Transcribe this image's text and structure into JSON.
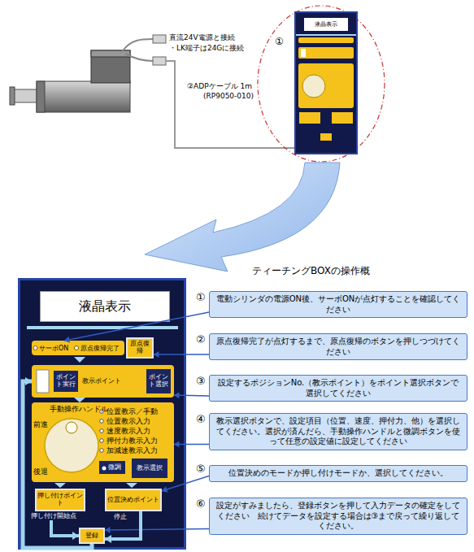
{
  "diagram": {
    "title": "ティーチングBOXの操作概",
    "nodes": [
      {
        "text": [
          "液晶表示"
        ]
      },
      {
        "text": []
      },
      {
        "text": [
          "液晶表示"
        ],
        "in": 1
      },
      {
        "text": [
          "サーボON",
          "原点復帰完了"
        ],
        "in": 1
      },
      {
        "text": [
          "原点復帰"
        ],
        "in": 1
      },
      {
        "text": [
          "教示ポイント"
        ],
        "in": 1
      },
      {
        "text": [
          "ポイント実行"
        ],
        "in": 5
      },
      {
        "text": [
          "ポイント選択"
        ],
        "in": 5
      },
      {
        "text": [
          "手動操作ハンドル",
          "前進",
          "後退",
          "位置教示／手動",
          "位置教示入力",
          "速度教示入力",
          "押付力教示入力",
          "加減速教示入力"
        ],
        "in": 1
      },
      {
        "text": [
          "微調"
        ],
        "in": 8
      },
      {
        "text": [
          "教示選択"
        ],
        "in": 8
      },
      {
        "text": [
          "押し付けポイント"
        ],
        "in": 1
      },
      {
        "text": [
          "位置決めポイント"
        ],
        "in": 1
      },
      {
        "text": [
          "登録"
        ],
        "in": 1
      },
      {
        "text": [
          "電動シリンダの電源ON後、サーボONが点灯することを確認してください"
        ]
      },
      {
        "text": [
          "原点復帰完了が点灯するまで、原点復帰のボタンを押しつづけてください"
        ]
      },
      {
        "text": [
          "設定するポジションNo.（教示ポイント）をポイント選択ボタンで選択してください"
        ]
      },
      {
        "text": [
          "教示選択ボタンで、設定項目（位置、速度、押付力、他）を選択してください。選択が済んだら、手動操作ハンドルと微調ボタンを使って任意の設定値に設定してください"
        ]
      },
      {
        "text": [
          "位置決めのモードか押し付けモードか、選択してください。"
        ]
      },
      {
        "text": [
          "設定がすみましたら、登録ボタンを押して入力データの確定をしてください　続けてデータを設定する場合は③まで戻って繰り返してください。"
        ]
      }
    ],
    "edges": [
      {
        "from": 14,
        "to": 3,
        "arrow": "to"
      },
      {
        "from": 15,
        "to": 4,
        "arrow": "to"
      },
      {
        "from": 16,
        "to": 5,
        "arrow": "to"
      },
      {
        "from": 17,
        "to": 8,
        "arrow": "to"
      },
      {
        "from": 18,
        "to": 12,
        "arrow": "to"
      },
      {
        "from": 19,
        "to": 13,
        "arrow": "to"
      },
      {
        "from": 11,
        "to": 13,
        "label": "押し付け開始点",
        "arrow": "to"
      },
      {
        "from": 12,
        "to": 13,
        "label": "停止",
        "arrow": "to"
      },
      {
        "from": 13,
        "to": 5,
        "arrow": "to"
      }
    ],
    "labels": [
      "直流24V電源と接続",
      "・LK端子は24Gに接続",
      "②ADPケーブル 1m",
      "(RP9050-010)",
      "①",
      "①",
      "②",
      "③",
      "④",
      "⑤",
      "⑥"
    ]
  }
}
